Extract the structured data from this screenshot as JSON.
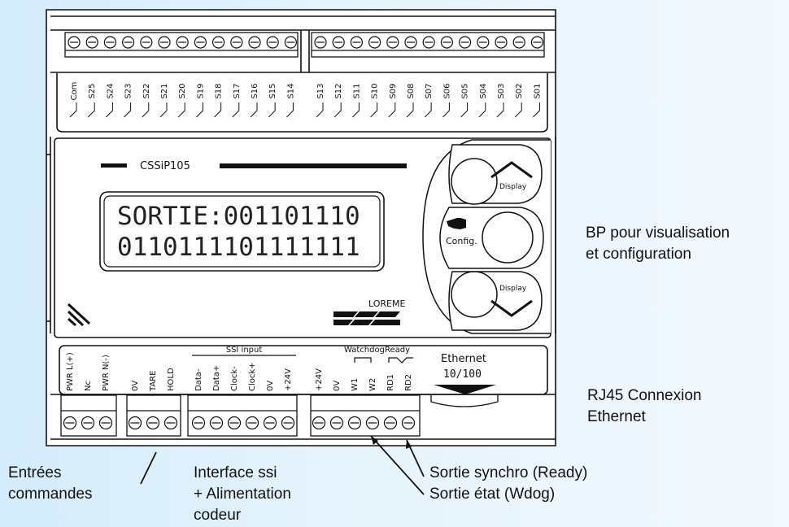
{
  "device": {
    "model": "CSSiP105",
    "brand": "LOREME",
    "lcd": {
      "line1": "SORTIE:001101110",
      "line2": "0110111101111111"
    },
    "buttons": {
      "display_up": "Display",
      "config": "Config.",
      "display_down": "Display"
    },
    "top_terminals": [
      "Com",
      "S25",
      "S24",
      "S23",
      "S22",
      "S21",
      "S20",
      "S19",
      "S18",
      "S17",
      "S16",
      "S15",
      "S14",
      "S13",
      "S12",
      "S11",
      "S10",
      "S09",
      "S08",
      "S07",
      "S06",
      "S05",
      "S04",
      "S03",
      "S02",
      "S01"
    ],
    "bottom_groups": {
      "ssi_input": "SSI input",
      "watchdog": "Watchdog",
      "ready": "Ready"
    },
    "bottom_terminals": [
      "PWR L(+)",
      "Nc",
      "PWR N(-)",
      "0V",
      "TARE",
      "HOLD",
      "Data-",
      "Data+",
      "Clock-",
      "Clock+",
      "0V",
      "+24V",
      "+24V",
      "0V",
      "W1",
      "W2",
      "RD1",
      "RD2"
    ],
    "ethernet": {
      "label": "Ethernet",
      "speed": "10/100"
    }
  },
  "annotations": {
    "bp_line1": "BP pour visualisation",
    "bp_line2": "et configuration",
    "rj45_line1": "RJ45 Connexion",
    "rj45_line2": "Ethernet",
    "entrees_line1": "Entrées",
    "entrees_line2": "commandes",
    "ssi_line1": "Interface ssi",
    "ssi_line2": "+ Alimentation",
    "ssi_line3": "codeur",
    "ready_out": "Sortie synchro (Ready)",
    "wdog_out": "Sortie état (Wdog)"
  }
}
